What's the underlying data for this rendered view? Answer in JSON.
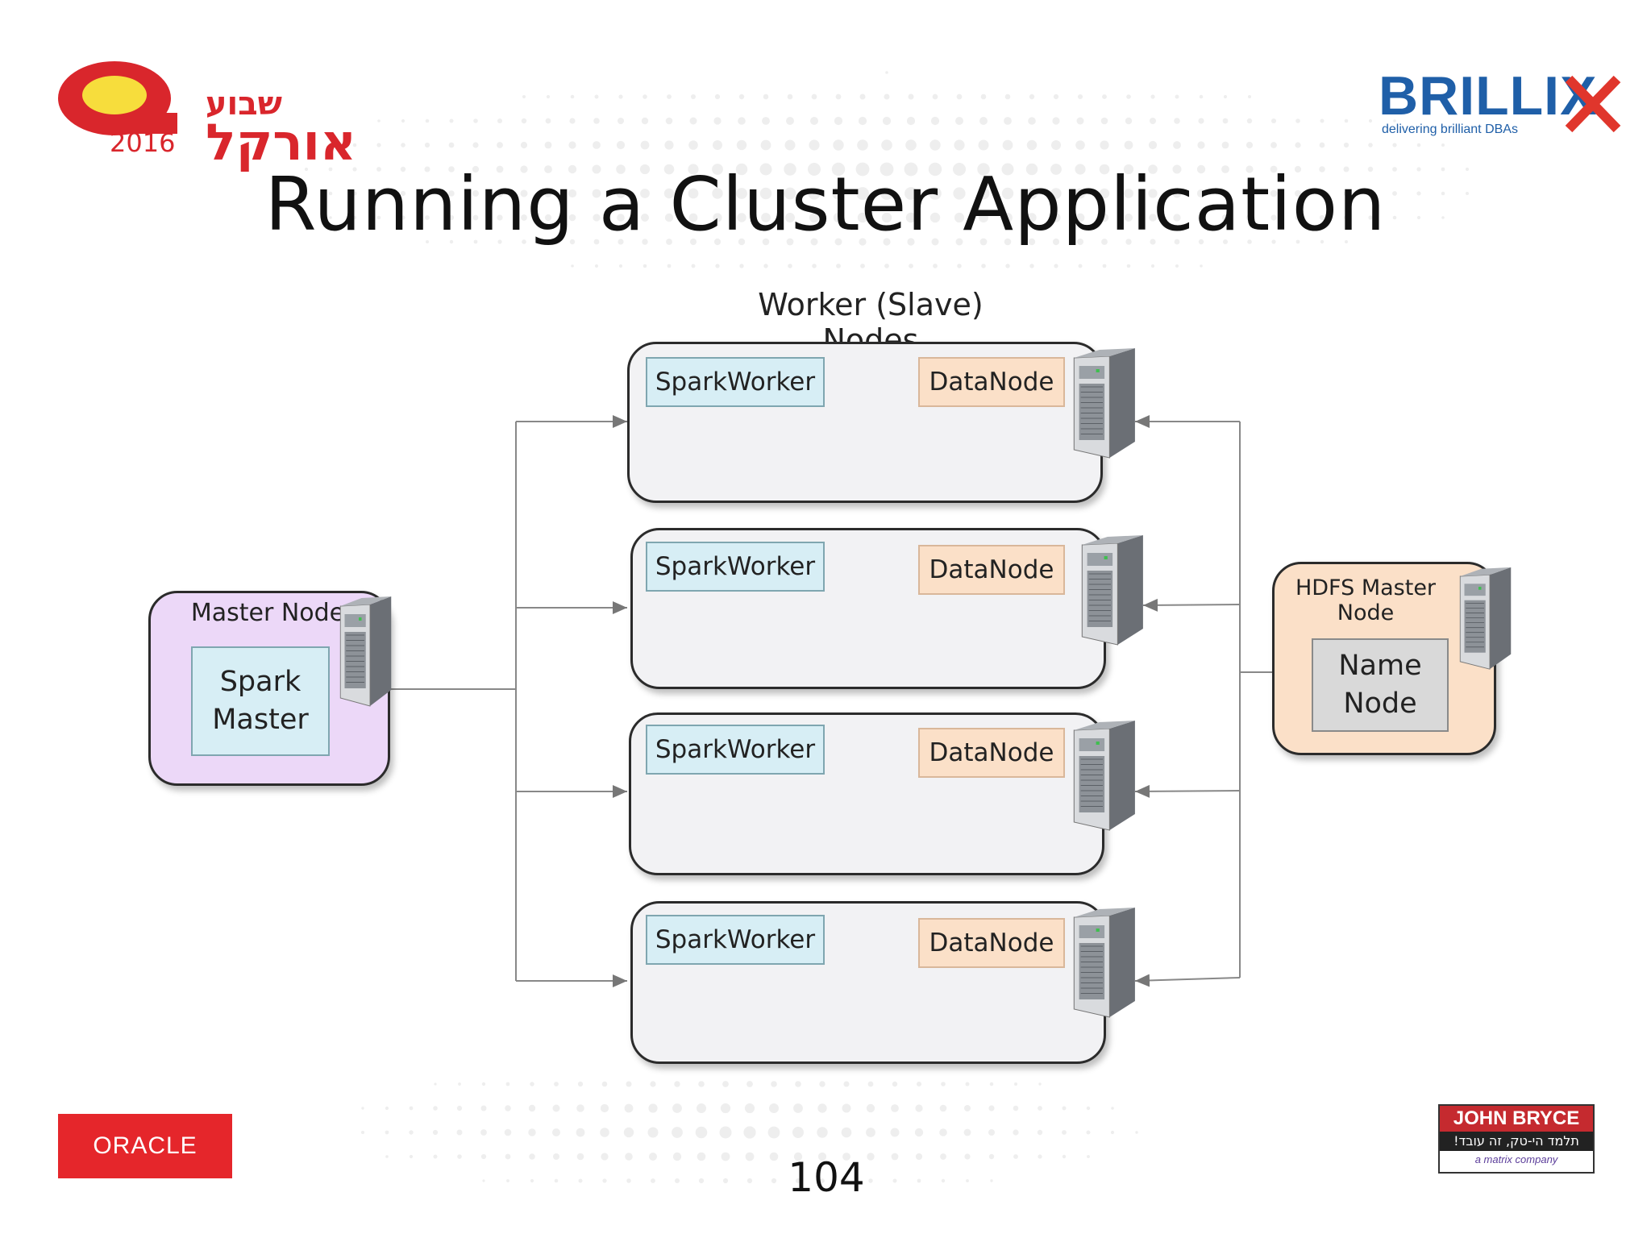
{
  "slide": {
    "title": "Running a Cluster Application",
    "subtitle": "Worker (Slave) Nodes",
    "page_number": "104"
  },
  "logos": {
    "oracle_week": {
      "hebrew_top": "שבוע",
      "hebrew_bottom": "אורקל",
      "year": "2016"
    },
    "brillix": {
      "name": "BRILLIX",
      "tagline": "delivering brilliant DBAs"
    },
    "oracle": {
      "name": "ORACLE"
    },
    "john_bryce": {
      "name": "JOHN BRYCE",
      "hebrew": "תלמד הי-טק, זה עובד!",
      "tagline": "a matrix company"
    }
  },
  "master_node": {
    "label": "Master Node",
    "inner": "Spark\nMaster"
  },
  "hdfs_node": {
    "label": "HDFS Master\nNode",
    "inner": "Name\nNode"
  },
  "workers": [
    {
      "spark": "SparkWorker",
      "data": "DataNode"
    },
    {
      "spark": "SparkWorker",
      "data": "DataNode"
    },
    {
      "spark": "SparkWorker",
      "data": "DataNode"
    },
    {
      "spark": "SparkWorker",
      "data": "DataNode"
    }
  ],
  "colors": {
    "worker_fill": "#f2f2f4",
    "master_fill": "#ecd8f8",
    "hdfs_fill": "#fbe0c8",
    "spark_box": "#d7eef5",
    "data_box": "#fbe0c8",
    "namenode_box": "#d9d9d9",
    "brillix_blue": "#1f5fa8",
    "brillix_red": "#e0362c",
    "oracle_red": "#e5262b",
    "oracle_week_red": "#d9262c",
    "oracle_week_yellow": "#f7dd3c"
  }
}
